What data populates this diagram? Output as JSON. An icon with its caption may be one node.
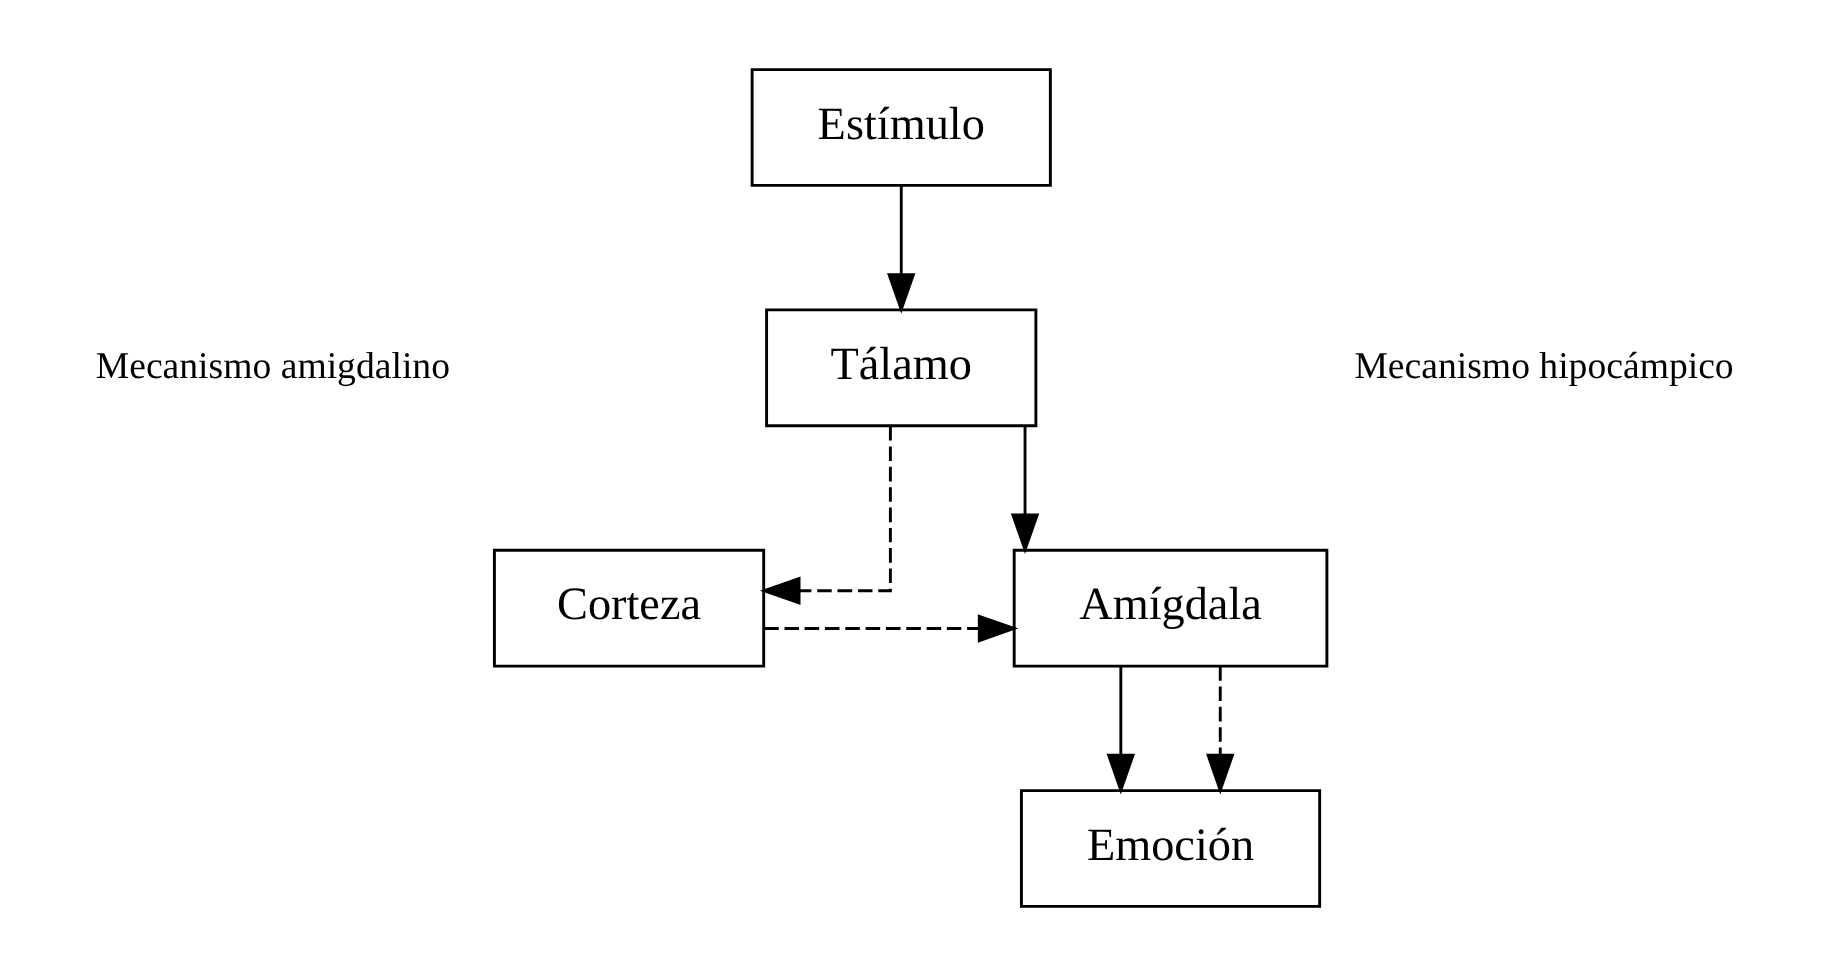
{
  "diagram": {
    "nodes": [
      {
        "text": [
          "Estímulo"
        ]
      },
      {
        "text": [
          "Tálamo"
        ]
      },
      {
        "text": [
          "Amígdala"
        ]
      },
      {
        "text": [
          "Corteza"
        ]
      },
      {
        "text": [
          "Emoción"
        ]
      }
    ],
    "edges": [
      {
        "from": 0,
        "to": 1,
        "arrow": "to"
      },
      {
        "from": 1,
        "to": 2,
        "arrow": "to"
      },
      {
        "from": 1,
        "to": 3,
        "arrow": "to",
        "style": "dashed"
      },
      {
        "from": 3,
        "to": 2,
        "arrow": "to",
        "style": "dashed"
      },
      {
        "from": 2,
        "to": 4,
        "arrow": "to"
      },
      {
        "from": 2,
        "to": 4,
        "arrow": "to",
        "style": "dashed"
      }
    ],
    "labels": [
      "Mecanismo amigdalino",
      "Mecanismo hipocámpico"
    ]
  }
}
